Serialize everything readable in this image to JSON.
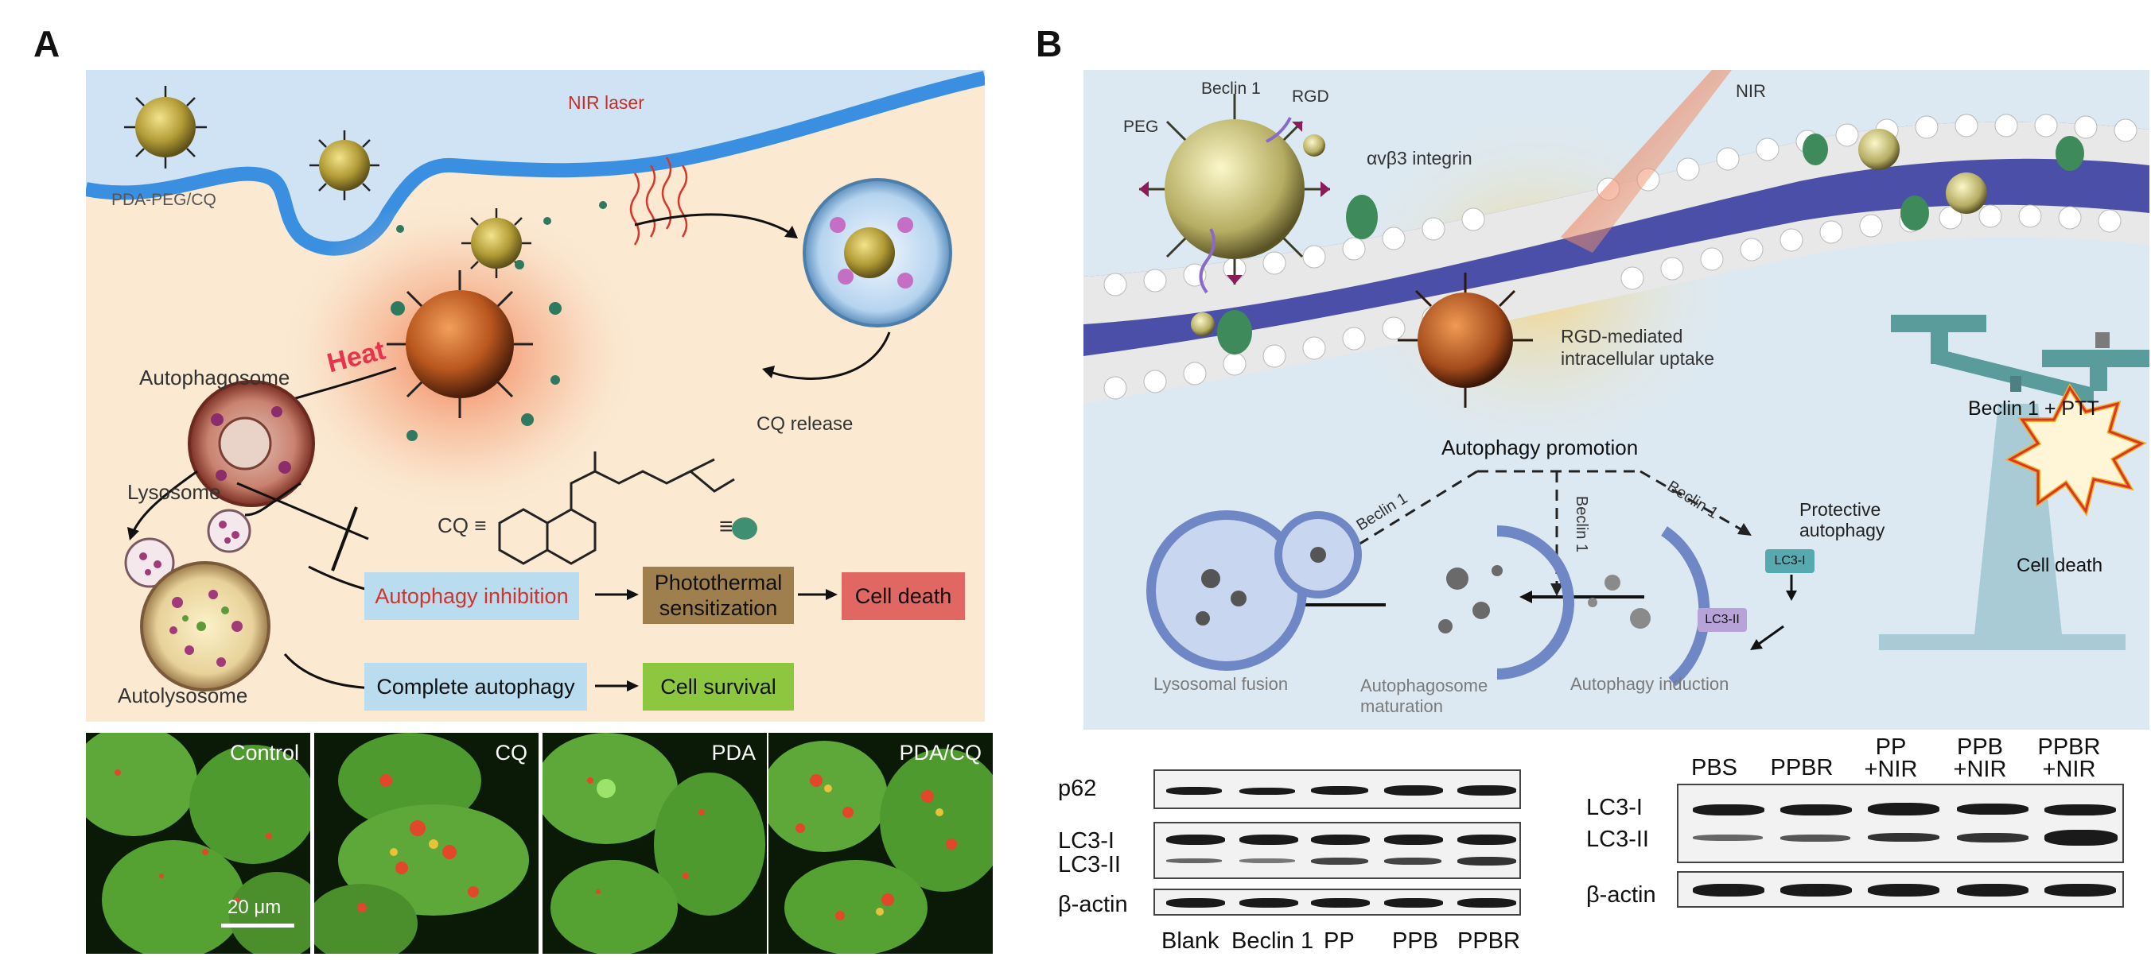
{
  "panelA": {
    "letter": "A",
    "labels": {
      "nanoparticle": "PDA-PEG/CQ",
      "laser": "NIR laser",
      "heat": "Heat",
      "cq_release": "CQ release",
      "autophagosome": "Autophagosome",
      "lysosome": "Lysosome",
      "autolysosome": "Autolysosome",
      "cq_equiv": "CQ ≡",
      "equiv2": "≡"
    },
    "flow": {
      "autophagy_inhibition": "Autophagy inhibition",
      "photothermal": "Photothermal sensitization",
      "cell_death": "Cell death",
      "complete_autophagy": "Complete autophagy",
      "cell_survival": "Cell survival"
    },
    "micrographs": [
      {
        "label": "Control"
      },
      {
        "label": "CQ"
      },
      {
        "label": "PDA"
      },
      {
        "label": "PDA/CQ"
      }
    ],
    "scale_bar": "20 μm",
    "colors": {
      "membrane": "#3b8fe0",
      "background_top": "#cfe3f5",
      "background_cell": "#fbe8d0",
      "green_cells": "#4c9a2a",
      "red_puncta": "#e0442a"
    }
  },
  "panelB": {
    "letter": "B",
    "labels": {
      "beclin": "Beclin 1",
      "rgd": "RGD",
      "peg": "PEG",
      "nir": "NIR",
      "integrin": "αvβ3 integrin",
      "uptake_line1": "RGD-mediated",
      "uptake_line2": "intracellular uptake",
      "promotion": "Autophagy promotion",
      "beclin_arrow1": "Beclin 1",
      "beclin_arrow2": "Beclin 1",
      "beclin_arrow3": "Beclin 1",
      "lc3i": "LC3-I",
      "lc3ii": "LC3-II",
      "stage1": "Lysosomal fusion",
      "stage2_line1": "Autophagosome",
      "stage2_line2": "maturation",
      "stage3": "Autophagy induction",
      "balance_title": "Beclin 1 + PTT",
      "protective_line1": "Protective",
      "protective_line2": "autophagy",
      "cell_death": "Cell death"
    },
    "blot1": {
      "rows": [
        "p62",
        "LC3-I",
        "LC3-II",
        "β-actin"
      ],
      "lanes": [
        "Blank",
        "Beclin 1",
        "PP",
        "PPB",
        "PPBR"
      ]
    },
    "blot2": {
      "lanes": [
        {
          "line1": "",
          "line2": "PBS"
        },
        {
          "line1": "",
          "line2": "PPBR"
        },
        {
          "line1": "PP",
          "line2": "+NIR"
        },
        {
          "line1": "PPB",
          "line2": "+NIR"
        },
        {
          "line1": "PPBR",
          "line2": "+NIR"
        }
      ],
      "rows": [
        "LC3-I",
        "LC3-II",
        "β-actin"
      ]
    }
  }
}
